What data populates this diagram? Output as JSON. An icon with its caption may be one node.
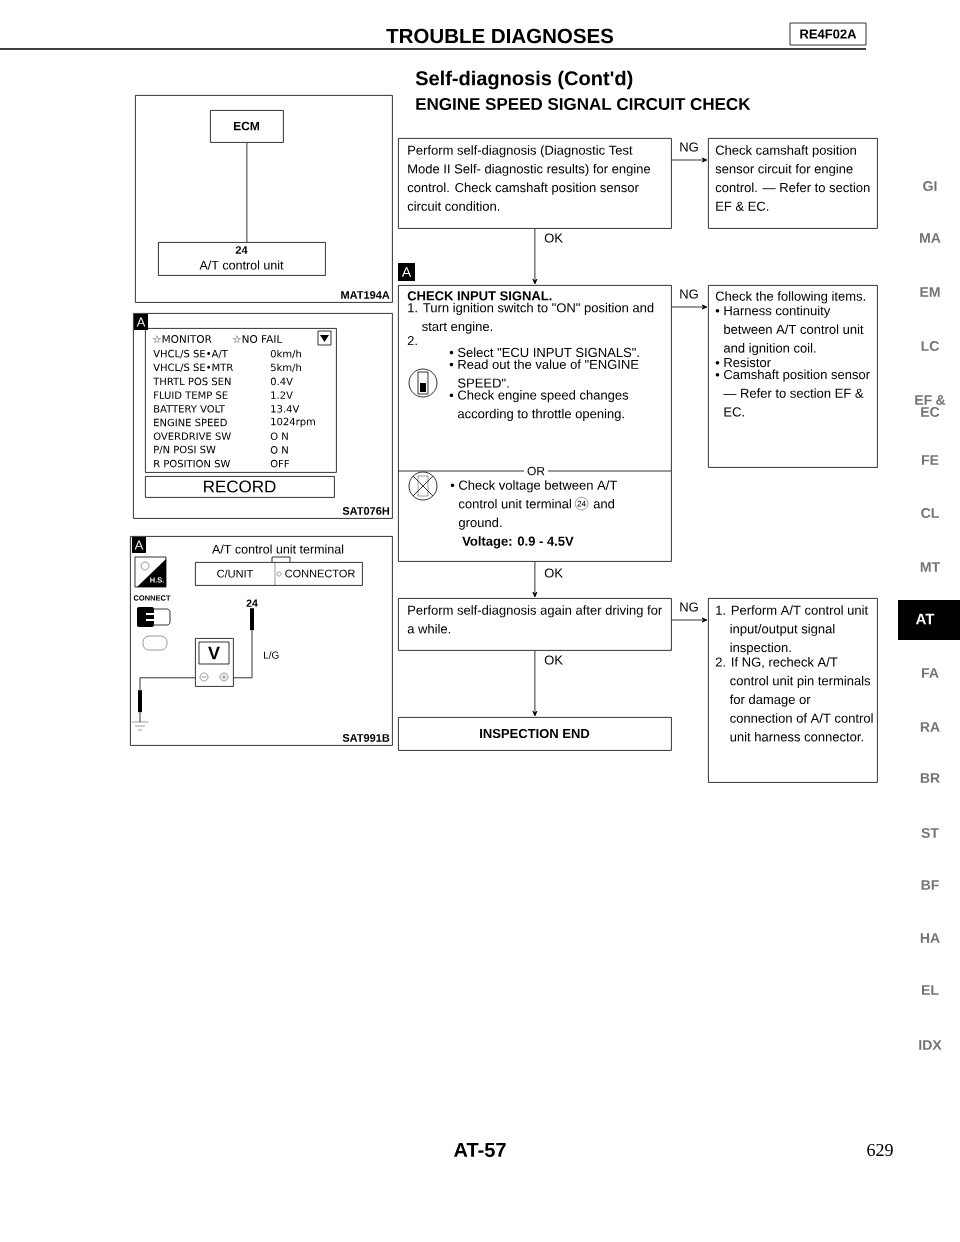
{
  "diagram": {
    "title": "TROUBLE DIAGNOSES",
    "nodes": [
      {
        "text": [
          "MAT194A"
        ]
      },
      {
        "text": [
          "ECM"
        ],
        "in": 0
      },
      {
        "text": [
          "24",
          "A/T control unit"
        ],
        "in": 0
      },
      {
        "text": [
          "SAT076H"
        ]
      },
      {
        "text": [
          "☆MONITOR",
          "☆NO FAIL",
          "VHCL/S SE•A/T",
          "0km/h",
          "VHCL/S SE•MTR",
          "5km/h",
          "THRTL POS SEN",
          "0.4V",
          "FLUID TEMP SE",
          "1.2V",
          "BATTERY VOLT",
          "13.4V",
          "ENGINE SPEED",
          "1024rpm",
          "OVERDRIVE SW",
          "O N",
          "P/N POSI SW",
          "O N",
          "R POSITION SW",
          "OFF"
        ],
        "in": 3
      },
      {
        "text": [
          "RECORD"
        ],
        "in": 3
      },
      {
        "text": [
          "SAT991B"
        ]
      },
      {
        "text": [
          "C/UNIT",
          "CONNECTOR"
        ],
        "beside": [
          "A/T control unit terminal"
        ],
        "in": 6
      },
      {
        "text": [
          "V"
        ],
        "in": 6
      },
      {
        "text": [],
        "shape": "probe",
        "beside": [
          "24"
        ],
        "in": 6
      },
      {
        "text": [],
        "shape": "probe",
        "in": 6
      },
      {
        "text": [],
        "shape": "ground",
        "in": 6
      },
      {
        "text": [
          "Perform self-diagnosis (Diagnostic Test Mode II Self- diagnostic results) for engine control. Check camshaft position sensor circuit condition."
        ]
      },
      {
        "text": [
          "Check camshaft position sensor circuit for engine control. — Refer to section EF & EC."
        ]
      },
      {
        "text": [
          "CHECK INPUT SIGNAL.",
          "1. Turn ignition switch to \"ON\" position and start engine.",
          "2.",
          "• Select \"ECU INPUT SIGNALS\".",
          "• Read out the value of \"ENGINE SPEED\".",
          "• Check engine speed changes according to throttle opening.",
          "OR",
          "• Check voltage between A/T control unit terminal",
          "24",
          "and ground.",
          "Voltage: 0.9 - 4.5V"
        ],
        "beside": [
          "A"
        ]
      },
      {
        "text": [
          "Check the following items.",
          "• Harness continuity between A/T control unit and ignition coil.",
          "• Resistor",
          "• Camshaft position sensor — Refer to section EF & EC."
        ]
      },
      {
        "text": [
          "Perform self-diagnosis again after driving for a while."
        ]
      },
      {
        "text": [
          "1. Perform A/T control unit input/output signal inspection.",
          "2. If NG, recheck A/T control unit pin terminals for damage or connection of A/T control unit harness connector."
        ]
      },
      {
        "text": [
          "INSPECTION END"
        ]
      }
    ],
    "edges": [
      {
        "from": 1,
        "to": 2,
        "arrow": "none"
      },
      {
        "from": 8,
        "to": 9,
        "arrow": "none",
        "label": "L/G"
      },
      {
        "from": 8,
        "to": 10,
        "arrow": "none"
      },
      {
        "from": 10,
        "to": 11,
        "arrow": "none"
      },
      {
        "from": 12,
        "to": 13,
        "arrow": "to",
        "label": "NG"
      },
      {
        "from": 12,
        "to": 14,
        "arrow": "to",
        "label": "OK"
      },
      {
        "from": 14,
        "to": 15,
        "arrow": "to",
        "label": "NG"
      },
      {
        "from": 14,
        "to": 16,
        "arrow": "to",
        "label": "OK"
      },
      {
        "from": 16,
        "to": 17,
        "arrow": "to",
        "label": "NG"
      },
      {
        "from": 16,
        "to": 18,
        "arrow": "to",
        "label": "OK"
      }
    ],
    "labels": [
      "RE4F02A",
      "Self-diagnosis (Cont'd)",
      "ENGINE SPEED SIGNAL CIRCUIT CHECK",
      "A",
      "A",
      "H.S.",
      "CONNECT",
      "GI",
      "MA",
      "EM",
      "LC",
      "EF & EC",
      "FE",
      "CL",
      "MT",
      "AT",
      "FA",
      "RA",
      "BR",
      "ST",
      "BF",
      "HA",
      "EL",
      "IDX",
      "AT-57",
      "629"
    ]
  }
}
